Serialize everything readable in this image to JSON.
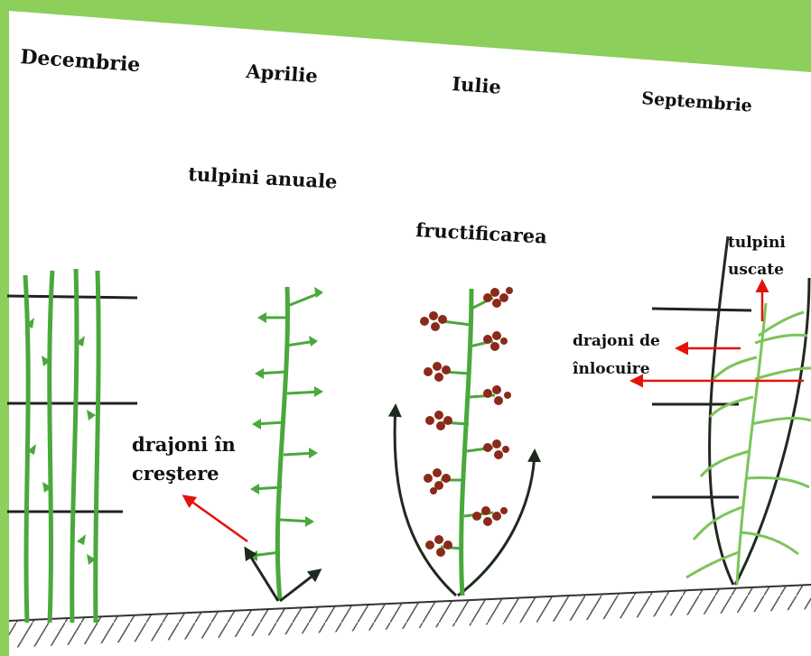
{
  "months": {
    "m1": "Decembrie",
    "m2": "Aprilie",
    "m3": "Iulie",
    "m4": "Septembrie"
  },
  "labels": {
    "annual_stems": "tulpini anuale",
    "fruiting": "fructificarea",
    "growing_suckers_line1": "drajoni în",
    "growing_suckers_line2": "creştere",
    "dry_stems_line1": "tulpini",
    "dry_stems_line2": "uscate",
    "replacement_suckers_line1": "drajoni de",
    "replacement_suckers_line2": "înlocuire"
  },
  "colors": {
    "background_green": "#8ccf5a",
    "panel": "#ffffff",
    "stem_green": "#4aa83c",
    "fruit_red": "#8b2a1a",
    "arrow_red": "#e3120b",
    "trellis_wire": "#222222"
  }
}
